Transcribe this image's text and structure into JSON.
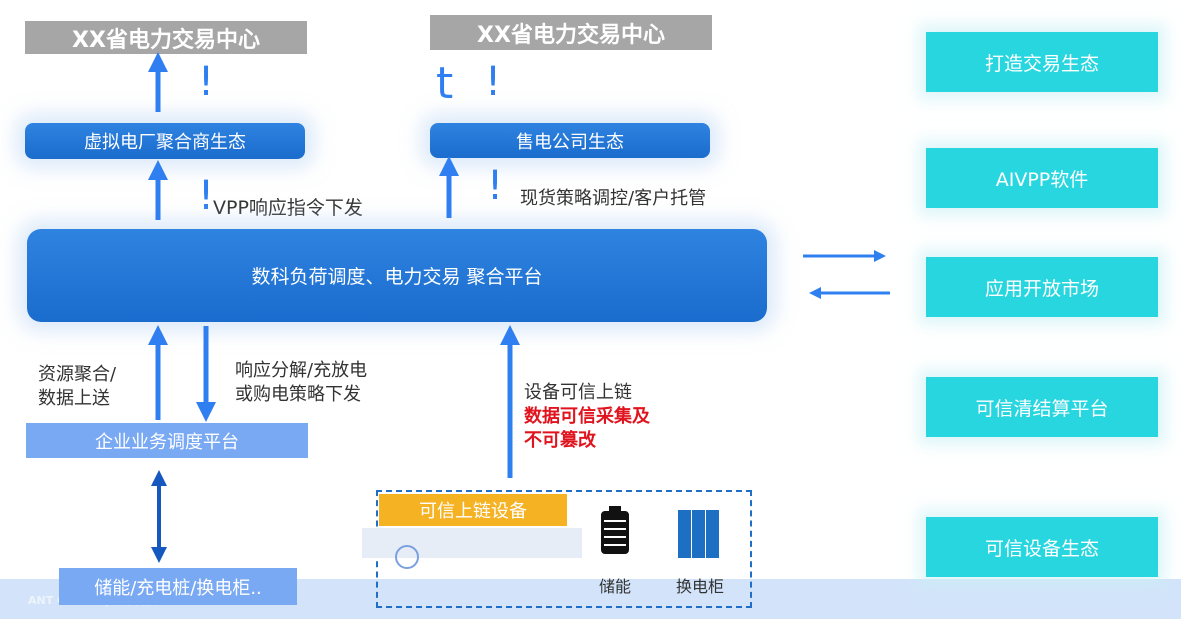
{
  "top_left_title": "XX省电力交易中心",
  "top_right_title": "XX省电力交易中心",
  "vpp_ecosystem": "虚拟电厂聚合商生态",
  "retail_ecosystem": "售电公司生态",
  "vpp_label": "VPP响应指令下发",
  "retail_label": "现货策略调控/客户托管",
  "glyph_t": "t",
  "glyph_excl": "!",
  "platform": "数科负荷调度、电力交易 聚合平台",
  "left_up_label": [
    "资源聚合/",
    "数据上送"
  ],
  "left_down_label": [
    "响应分解/充放电",
    "或购电策略下发"
  ],
  "chain_label": "设备可信上链",
  "chain_red": [
    "数据可信采集及",
    "不可篡改"
  ],
  "enterprise": "企业业务调度平台",
  "devices": "储能/充电桩/换电柜..",
  "trusted_device": "可信上链设备",
  "storage": "储能",
  "swap": "换电柜",
  "logo": "ANT GROUP | 数字科技",
  "right_items": [
    "打造交易生态",
    "AIVPP软件",
    "应用开放市场",
    "可信清结算平台",
    "可信设备生态"
  ],
  "colors": {
    "primary": "#1f74d6",
    "cyan": "#28d6e0",
    "gray": "#a6a6a6",
    "red": "#e0141e",
    "yellow": "#f5b324"
  }
}
